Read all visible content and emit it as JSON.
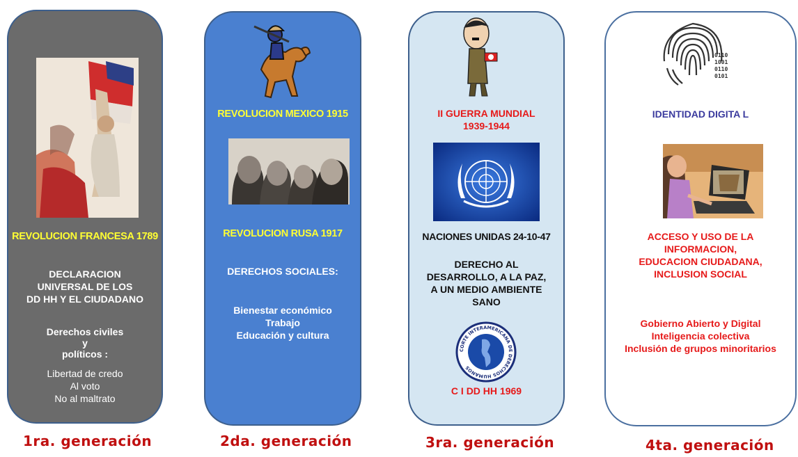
{
  "columns": [
    {
      "heading": "REVOLUCION FRANCESA 1789",
      "body": [
        "DECLARACION",
        "UNIVERSAL DE LOS",
        "DD HH Y EL CIUDADANO"
      ],
      "sub_heading": [
        "Derechos civiles",
        "y",
        "políticos :"
      ],
      "items": [
        "Libertad de credo",
        "Al voto",
        "No al maltrato"
      ],
      "generation": "1ra. generación"
    },
    {
      "heading": "REVOLUCION MEXICO 1915",
      "heading2": "REVOLUCION RUSA 1917",
      "body": [
        "DERECHOS SOCIALES:"
      ],
      "items": [
        "Bienestar económico",
        "Trabajo",
        "Educación y cultura"
      ],
      "generation": "2da. generación"
    },
    {
      "heading": [
        "II GUERRA MUNDIAL",
        "1939-1944"
      ],
      "heading2": "NACIONES UNIDAS 24-10-47",
      "body": [
        "DERECHO AL",
        "DESARROLLO, A LA PAZ,",
        "A UN MEDIO AMBIENTE",
        "SANO"
      ],
      "seal_text": "CORTE INTERAMERICANA DE DERECHOS HUMANOS",
      "footer": "C I DD HH  1969",
      "generation": "3ra. generación"
    },
    {
      "heading": "IDENTIDAD DIGITA L",
      "body": [
        "ACCESO Y USO DE LA",
        "INFORMACION,",
        "EDUCACION CIUDADANA,",
        "INCLUSION SOCIAL"
      ],
      "items": [
        "Gobierno Abierto y Digital",
        "Inteligencia colectiva",
        "Inclusión de grupos minoritarios"
      ],
      "fingerprint_code": [
        "0110",
        "1001",
        "0110",
        "0101"
      ],
      "generation": "4ta. generación"
    }
  ],
  "colors": {
    "card1": "#6b6b6b",
    "card2": "#4a80d0",
    "card3": "#d5e6f2",
    "card4": "#ffffff",
    "yellow_text": "#ffff33",
    "red_text": "#e61a1a",
    "generation_label": "#c01010"
  }
}
